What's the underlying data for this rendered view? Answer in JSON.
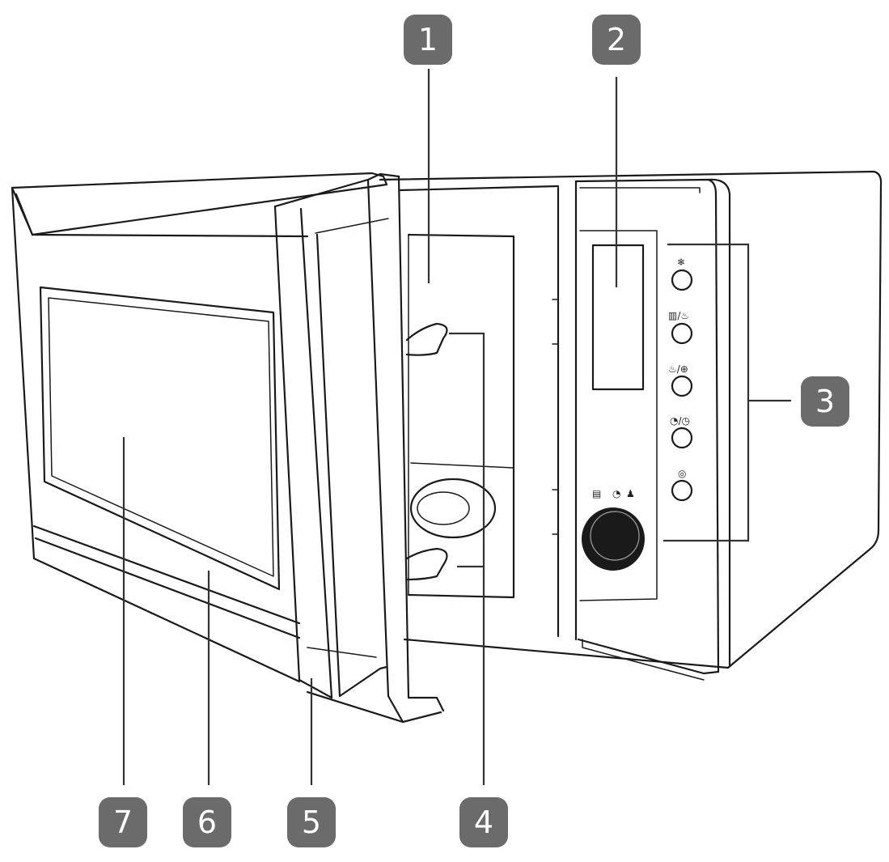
{
  "callouts": [
    {
      "id": "1",
      "label": "1"
    },
    {
      "id": "2",
      "label": "2"
    },
    {
      "id": "3",
      "label": "3"
    },
    {
      "id": "4",
      "label": "4"
    },
    {
      "id": "5",
      "label": "5"
    },
    {
      "id": "6",
      "label": "6"
    },
    {
      "id": "7",
      "label": "7"
    }
  ],
  "colors": {
    "badge": "#6b6b6b",
    "line": "#1a1a1a"
  },
  "panel": {
    "button_icons": [
      "snowflake-icon",
      "power-grill-icon",
      "convection-icon",
      "timer-clock-icon",
      "start-icon"
    ],
    "knob_icons": [
      "weight-icon",
      "clock-icon",
      "lock-icon"
    ]
  }
}
